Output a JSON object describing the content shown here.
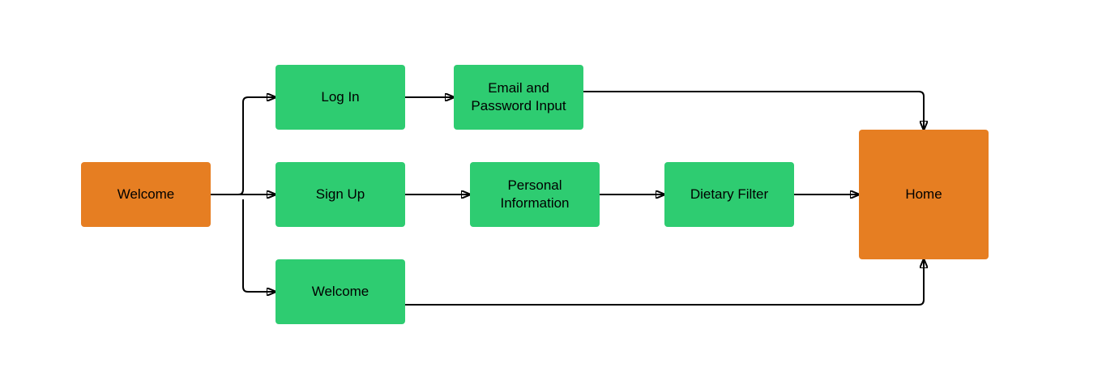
{
  "colors": {
    "terminal": "#E67E22",
    "step": "#2ECC71",
    "connector": "#000000"
  },
  "nodes": {
    "welcome_start": {
      "label": "Welcome"
    },
    "log_in": {
      "label": "Log In"
    },
    "email_password": {
      "label": "Email and\nPassword Input"
    },
    "sign_up": {
      "label": "Sign Up"
    },
    "personal_info": {
      "label": "Personal\nInformation"
    },
    "dietary_filter": {
      "label": "Dietary Filter"
    },
    "welcome_guest": {
      "label": "Welcome"
    },
    "home": {
      "label": "Home"
    }
  },
  "edges": [
    {
      "from": "welcome_start",
      "to": "log_in"
    },
    {
      "from": "welcome_start",
      "to": "sign_up"
    },
    {
      "from": "welcome_start",
      "to": "welcome_guest"
    },
    {
      "from": "log_in",
      "to": "email_password"
    },
    {
      "from": "email_password",
      "to": "home"
    },
    {
      "from": "sign_up",
      "to": "personal_info"
    },
    {
      "from": "personal_info",
      "to": "dietary_filter"
    },
    {
      "from": "dietary_filter",
      "to": "home"
    },
    {
      "from": "welcome_guest",
      "to": "home"
    }
  ]
}
